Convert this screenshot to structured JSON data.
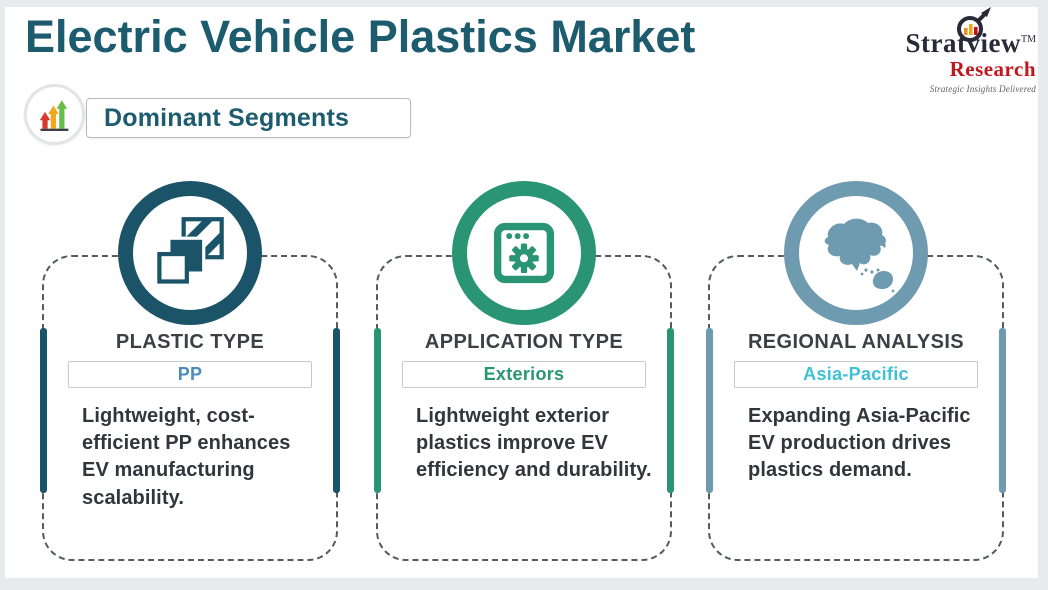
{
  "header": {
    "title": "Electric Vehicle Plastics Market",
    "section_label": "Dominant Segments"
  },
  "logo": {
    "name": "Stratview",
    "tm": "TM",
    "research": "Research",
    "tagline": "Strategic Insights Delivered"
  },
  "colors": {
    "title_teal": "#1D5B6F",
    "card_dash": "#565B61",
    "card_title_text": "#3B4047",
    "description_text": "#31363D",
    "frame_edge": "#E8EBED",
    "logo_red": "#C3161C",
    "arrow_red": "#D8392E",
    "arrow_orange": "#F2A71B",
    "arrow_green": "#67BD4A"
  },
  "cards": [
    {
      "icon": "plastic-sheets-icon",
      "title": "PLASTIC TYPE",
      "value": "PP",
      "description": "Lightweight, cost-efficient PP enhances EV manufacturing scalability.",
      "theme_color": "#1B5369",
      "value_color": "#4A8CB5"
    },
    {
      "icon": "window-gear-icon",
      "title": "APPLICATION TYPE",
      "value": "Exteriors",
      "description": "Lightweight exterior plastics improve EV efficiency and durability.",
      "theme_color": "#2A9572",
      "value_color": "#2A9572"
    },
    {
      "icon": "asia-pacific-map-icon",
      "title": "REGIONAL ANALYSIS",
      "value": "Asia-Pacific",
      "description": "Expanding Asia-Pacific EV production drives plastics demand.",
      "theme_color": "#6F9BB1",
      "value_color": "#3EC0D5"
    }
  ]
}
